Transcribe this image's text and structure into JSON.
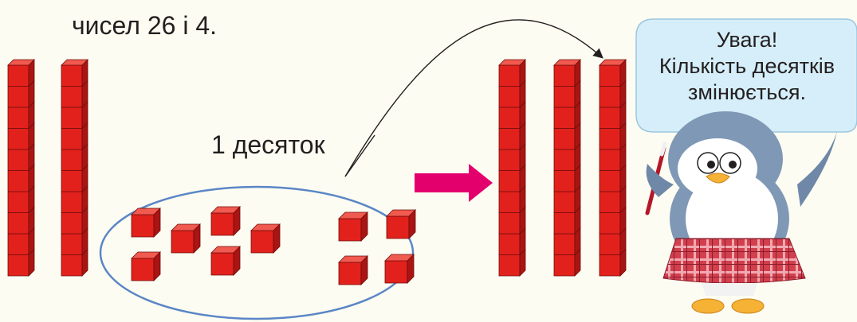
{
  "top_text": "чисел 26 і 4.",
  "group_label": "1 десяток",
  "speech_bubble": {
    "lines": [
      "Увага!",
      "Кількість десятків",
      "змінюється."
    ]
  },
  "counts": {
    "rods_before": 2,
    "loose_cubes_in_group": 10,
    "rods_after": 3,
    "cubes_per_rod": 10
  },
  "colors": {
    "cube_front": "#e2211c",
    "cube_top": "#f15a4f",
    "cube_side": "#a91513",
    "ellipse_stroke": "#5a86c6",
    "arrow_fill": "#e3006d",
    "bubble_fill": "#d6eef9",
    "penguin_body": "#7f98b6",
    "skirt": "#d23f4d"
  },
  "icons": {
    "mascot": "penguin-icon",
    "transfer_arrow": "curved-arrow-icon",
    "result_arrow": "right-arrow-icon"
  }
}
